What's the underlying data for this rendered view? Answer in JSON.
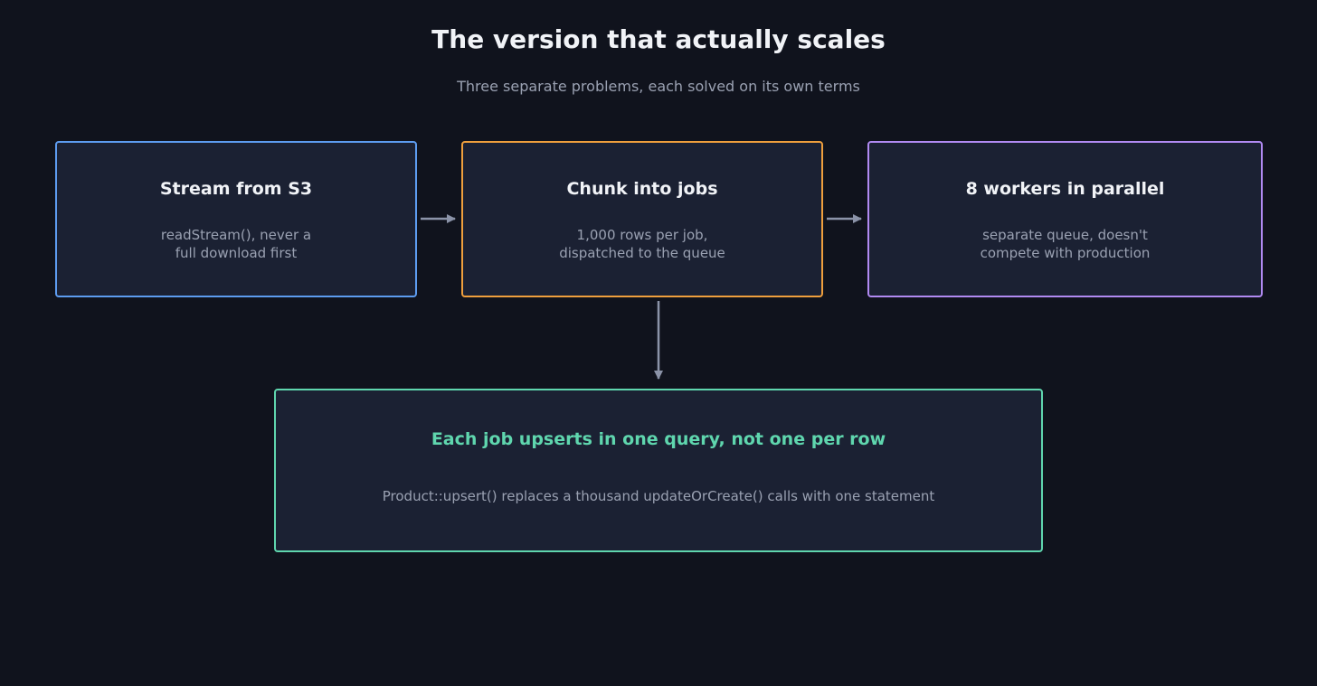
{
  "header": {
    "title": "The version that actually scales",
    "subtitle": "Three separate problems, each solved on its own terms"
  },
  "steps": [
    {
      "title": "Stream from S3",
      "desc": "readStream(), never a\nfull download first",
      "color": "#5d9cf0"
    },
    {
      "title": "Chunk into jobs",
      "desc": "1,000 rows per job,\ndispatched to the queue",
      "color": "#ef9f3d"
    },
    {
      "title": "8 workers in parallel",
      "desc": "separate queue, doesn't\ncompete with production",
      "color": "#b18af2"
    }
  ],
  "result": {
    "title": "Each job upserts in one query, not one per row",
    "desc": "Product::upsert() replaces a thousand updateOrCreate() calls with one statement",
    "color": "#5fd6ae"
  },
  "colors": {
    "background": "#10131d",
    "box_fill": "#1b2133",
    "arrow": "#8b93a8"
  }
}
